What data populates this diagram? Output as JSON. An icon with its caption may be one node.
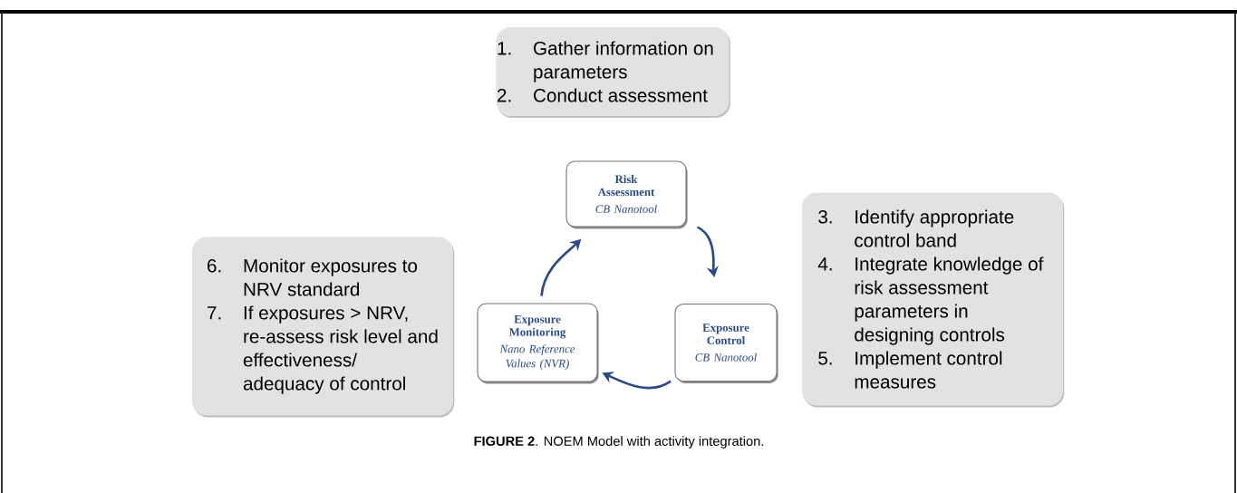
{
  "diagram": {
    "caption": "**FIGURE 2**. NOEM Model with activity integration.",
    "nodes": [
      {
        "text": [
          "1.",
          "Gather information on parameters",
          "2.",
          "Conduct assessment"
        ]
      },
      {
        "text": [
          "Risk Assessment",
          "CB Nanotool"
        ]
      },
      {
        "text": [
          "6.",
          "Monitor exposures to NRV standard",
          "7.",
          "If exposures > NRV, re-assess risk level and effectiveness/ adequacy of control"
        ]
      },
      {
        "text": [
          "3.",
          "Identify appropriate control band",
          "4.",
          "Integrate knowledge of risk assessment parameters in designing controls",
          "5.",
          "Implement control measures"
        ]
      },
      {
        "text": [
          "Exposure Monitoring",
          "Nano Reference Values (NVR)"
        ]
      },
      {
        "text": [
          "Exposure Control",
          "CB Nanotool"
        ]
      }
    ],
    "edges": [
      {
        "from": 1,
        "to": 5,
        "arrow": "to"
      },
      {
        "from": 5,
        "to": 4,
        "arrow": "to"
      },
      {
        "from": 4,
        "to": 1,
        "arrow": "to"
      }
    ]
  }
}
